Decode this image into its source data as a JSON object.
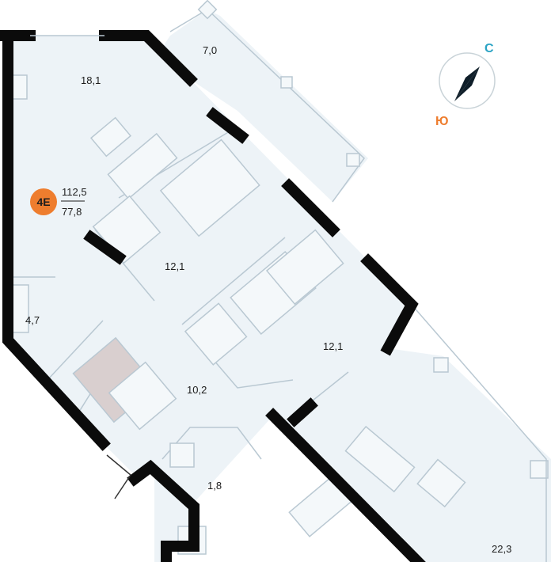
{
  "apartment": {
    "type_badge": "4E",
    "total_area": "112,5",
    "living_area": "77,8",
    "badge_color": "#ee7d2e"
  },
  "compass": {
    "north_label": "С",
    "south_label": "Ю",
    "north_color": "#2aa3c4",
    "south_color": "#ee7d2e"
  },
  "rooms": [
    {
      "name": "living-room-top-left",
      "area": "18,1"
    },
    {
      "name": "balcony",
      "area": "7,0"
    },
    {
      "name": "bedroom-1",
      "area": "12,1"
    },
    {
      "name": "bathroom",
      "area": "4,7"
    },
    {
      "name": "bedroom-2",
      "area": "12,1"
    },
    {
      "name": "hallway",
      "area": "10,2"
    },
    {
      "name": "toilet",
      "area": "1,8"
    },
    {
      "name": "kitchen-living",
      "area": "22,3"
    }
  ]
}
